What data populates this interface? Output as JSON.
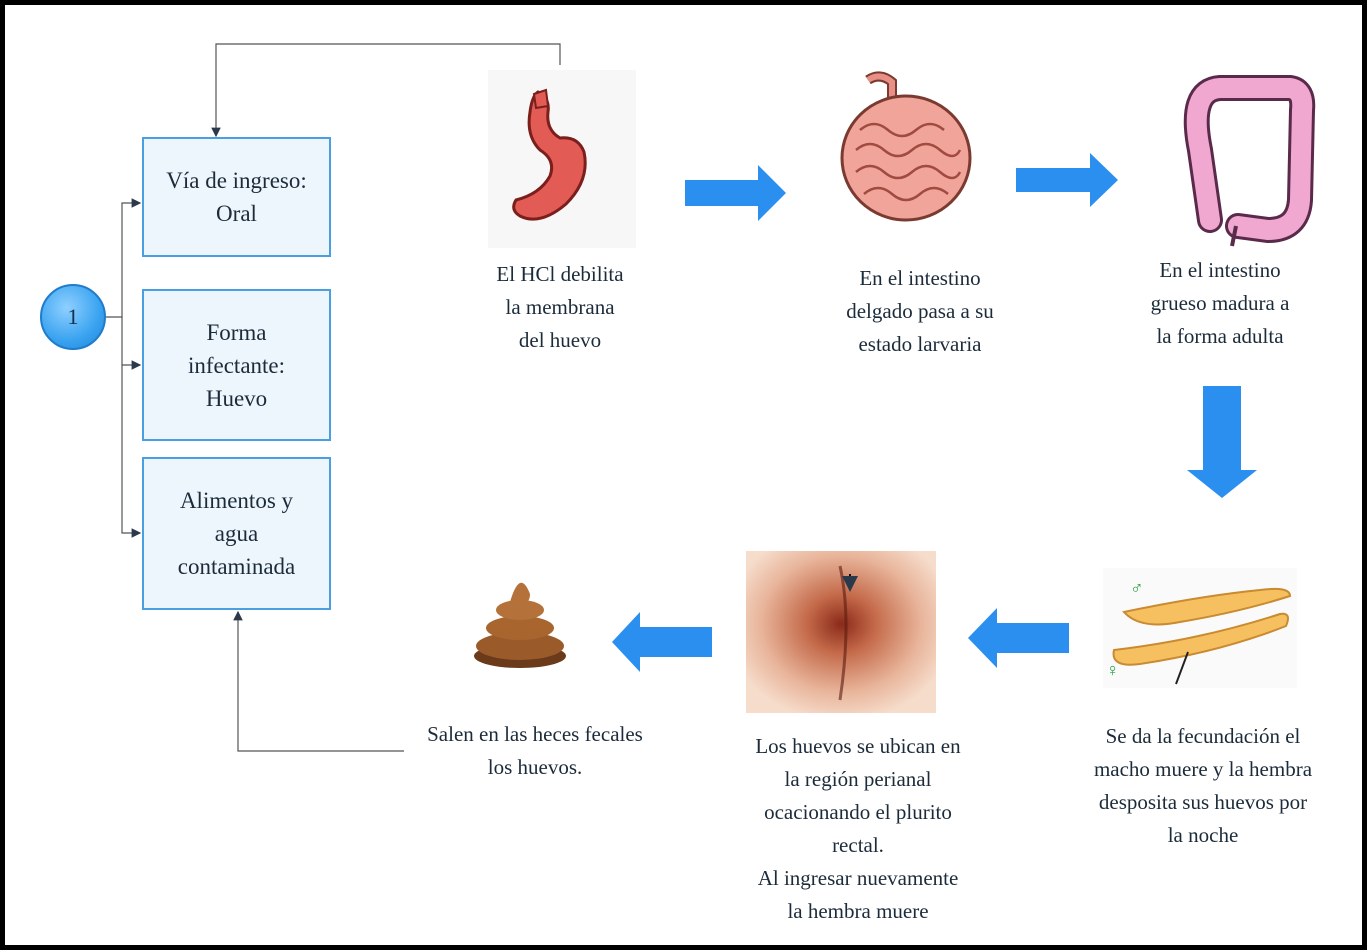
{
  "start": {
    "number": "1"
  },
  "boxes": [
    {
      "text": "Vía de ingreso:\nOral"
    },
    {
      "text": "Forma\ninfectante:\nHuevo"
    },
    {
      "text": "Alimentos y\nagua\ncontaminada"
    }
  ],
  "steps": [
    {
      "caption": "El HCl debilita\nla membrana\ndel huevo",
      "icon": "stomach-icon"
    },
    {
      "caption": "En el intestino\ndelgado pasa a su\nestado larvaria",
      "icon": "small-intestine-icon"
    },
    {
      "caption": "En el intestino\ngrueso madura a\nla forma adulta",
      "icon": "large-intestine-icon"
    },
    {
      "caption": "Se da la fecundación el\nmacho muere y la hembra\ndesposita sus huevos por\nla noche",
      "icon": "worms-icon"
    },
    {
      "caption": "Los huevos se ubican en\nla  región perianal\nocacionando el plurito\nrectal.\nAl ingresar nuevamente\nla hembra muere",
      "icon": "perianal-photo"
    },
    {
      "caption": "Salen en las heces fecales\nlos huevos.",
      "icon": "feces-icon"
    }
  ],
  "colors": {
    "arrow": "#2b8ff0",
    "box_border": "#4a9fe0",
    "connector": "#555555"
  }
}
